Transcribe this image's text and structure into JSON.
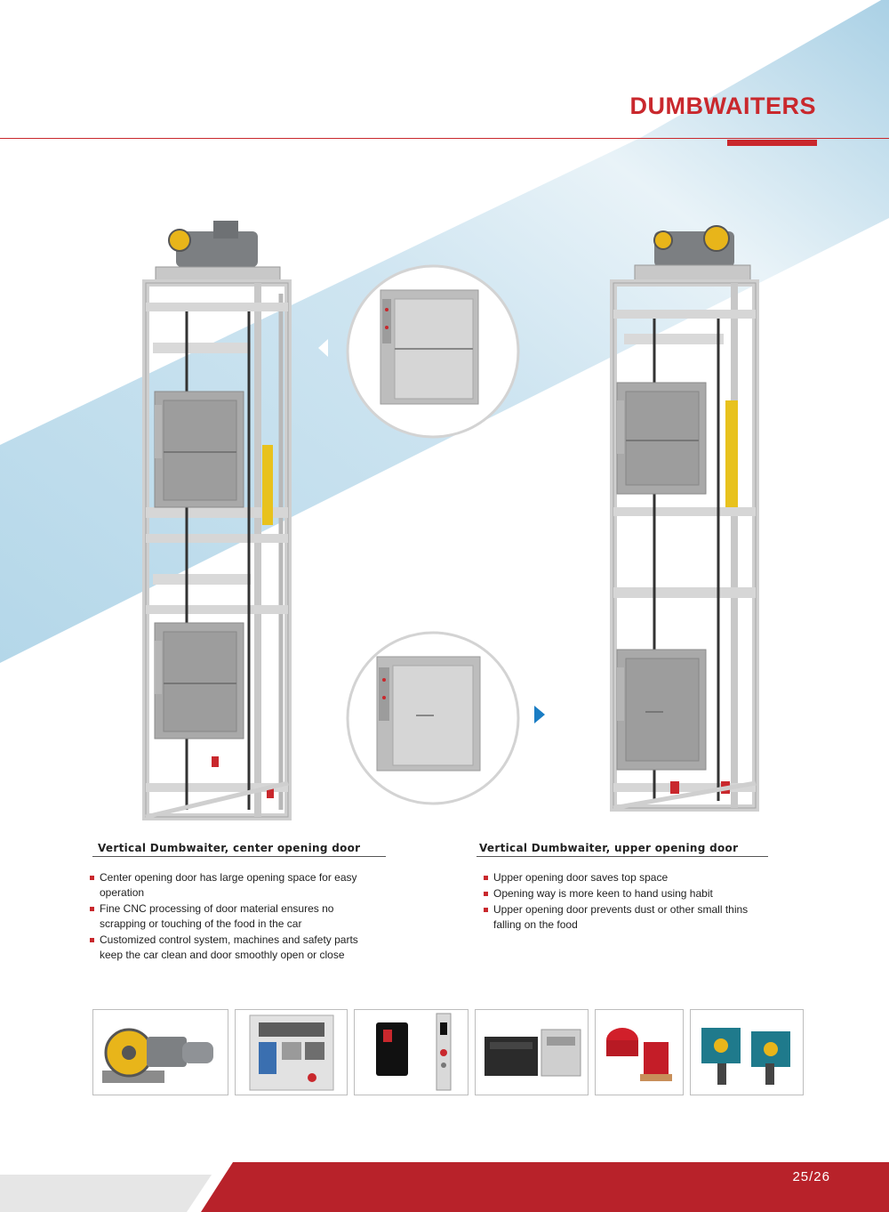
{
  "header": {
    "title": "DUMBWAITERS"
  },
  "products": [
    {
      "caption": "Vertical Dumbwaiter,  center opening door",
      "bullets": [
        "Center opening door has large opening space for easy operation",
        "Fine CNC processing of door material ensures no scrapping or touching of the food in the car",
        "Customized control system,  machines and safety parts keep the car clean and door smoothly open or close"
      ]
    },
    {
      "caption": "Vertical Dumbwaiter,  upper opening door",
      "bullets": [
        "Upper opening door saves top space",
        "Opening way is more keen to hand using habit",
        "Upper opening door prevents dust or other small thins falling on the food"
      ]
    }
  ],
  "components": [
    {
      "name": "traction-machine"
    },
    {
      "name": "control-cabinet"
    },
    {
      "name": "call-display"
    },
    {
      "name": "controller-modules"
    },
    {
      "name": "buffers"
    },
    {
      "name": "safety-gear"
    }
  ],
  "footer": {
    "page_number": "25/26"
  },
  "colors": {
    "accent": "#c9282d",
    "band": "#a9d1e6"
  }
}
